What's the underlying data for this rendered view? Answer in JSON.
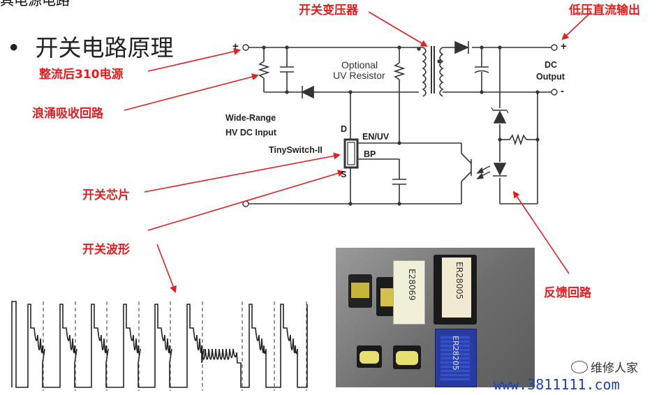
{
  "header_fragment": "具电源电路",
  "bullet": "•",
  "title": "开关电路原理",
  "annotations": {
    "transformer": "开关变压器",
    "dc_output": "低压直流输出",
    "rectified_310": "整流后310电源",
    "snubber": "浪涌吸收回路",
    "switch_chip": "开关芯片",
    "waveform": "开关波形",
    "feedback": "反馈回路"
  },
  "circuit": {
    "plus_left": "+",
    "optional_1": "Optional",
    "optional_2": "UV Resistor",
    "input_1": "Wide-Range",
    "input_2": "HV DC Input",
    "chip_name": "TinySwitch-II",
    "pin_d": "D",
    "pin_s": "S",
    "pin_en": "EN/UV",
    "pin_bp": "BP",
    "dc_1": "DC",
    "dc_2": "Output",
    "plus_right": "+",
    "minus_right": "-"
  },
  "photo": {
    "label_1": "E28069",
    "label_2": "ER28005",
    "label_3": "ER28205"
  },
  "watermark": {
    "brand": "维修人家",
    "url": "www.3811111.com"
  },
  "colors": {
    "annotation": "#e02020",
    "circuit": "#222222",
    "url": "#2040c0"
  }
}
